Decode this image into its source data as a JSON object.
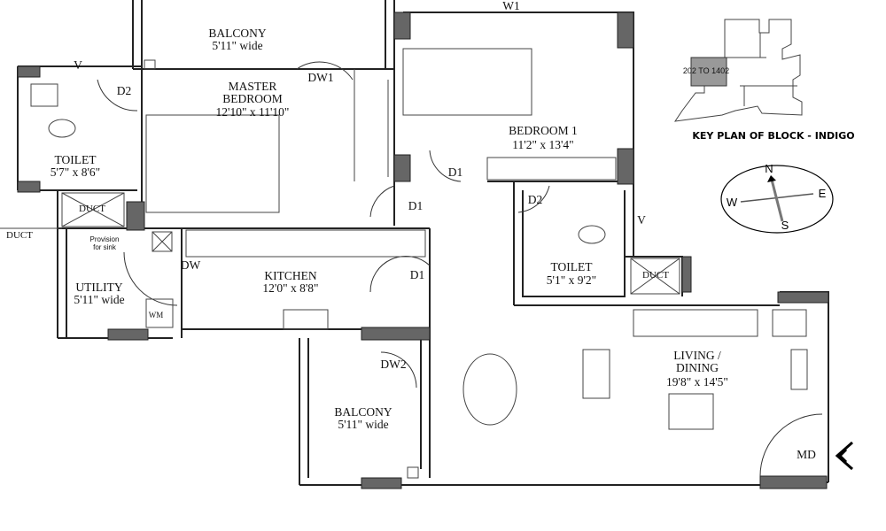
{
  "plan": {
    "balcony_top": {
      "name": "BALCONY",
      "size": "5'11\" wide"
    },
    "window_w1": "W1",
    "vent_left": "V",
    "door_d2_left": "D2",
    "door_dw1": "DW1",
    "master_bedroom": {
      "name_line1": "MASTER",
      "name_line2": "BEDROOM",
      "size": "12'10\" x 11'10\""
    },
    "bedroom1": {
      "name": "BEDROOM 1",
      "size": "11'2\" x 13'4\""
    },
    "toilet_left": {
      "name": "TOILET",
      "size": "5'7\" x 8'6\""
    },
    "duct_left": "DUCT",
    "door_d1_bedroom": "D1",
    "door_d1_master": "D1",
    "door_d2_right": "D2",
    "vent_right": "V",
    "duct_outside": "DUCT",
    "sink_provision": {
      "line1": "Provision",
      "line2": "for sink"
    },
    "door_dw": "DW",
    "kitchen": {
      "name": "KITCHEN",
      "size": "12'0\" x 8'8\""
    },
    "door_d1_kitchen": "D1",
    "toilet_right": {
      "name": "TOILET",
      "size": "5'1\" x 9'2\""
    },
    "duct_right": "DUCT",
    "utility": {
      "name": "UTILITY",
      "size": "5'11\" wide"
    },
    "washing_machine": "WM",
    "living_dining": {
      "name_line1": "LIVING /",
      "name_line2": "DINING",
      "size": "19'8\" x 14'5\""
    },
    "door_dw2": "DW2",
    "balcony_bottom": {
      "name": "BALCONY",
      "size": "5'11\" wide"
    },
    "main_door": "MD"
  },
  "key_plan": {
    "title": "KEY PLAN OF BLOCK - INDIGO",
    "highlight_label": "202 TO 1402"
  },
  "compass": {
    "n": "N",
    "e": "E",
    "w": "W",
    "s": "S"
  }
}
